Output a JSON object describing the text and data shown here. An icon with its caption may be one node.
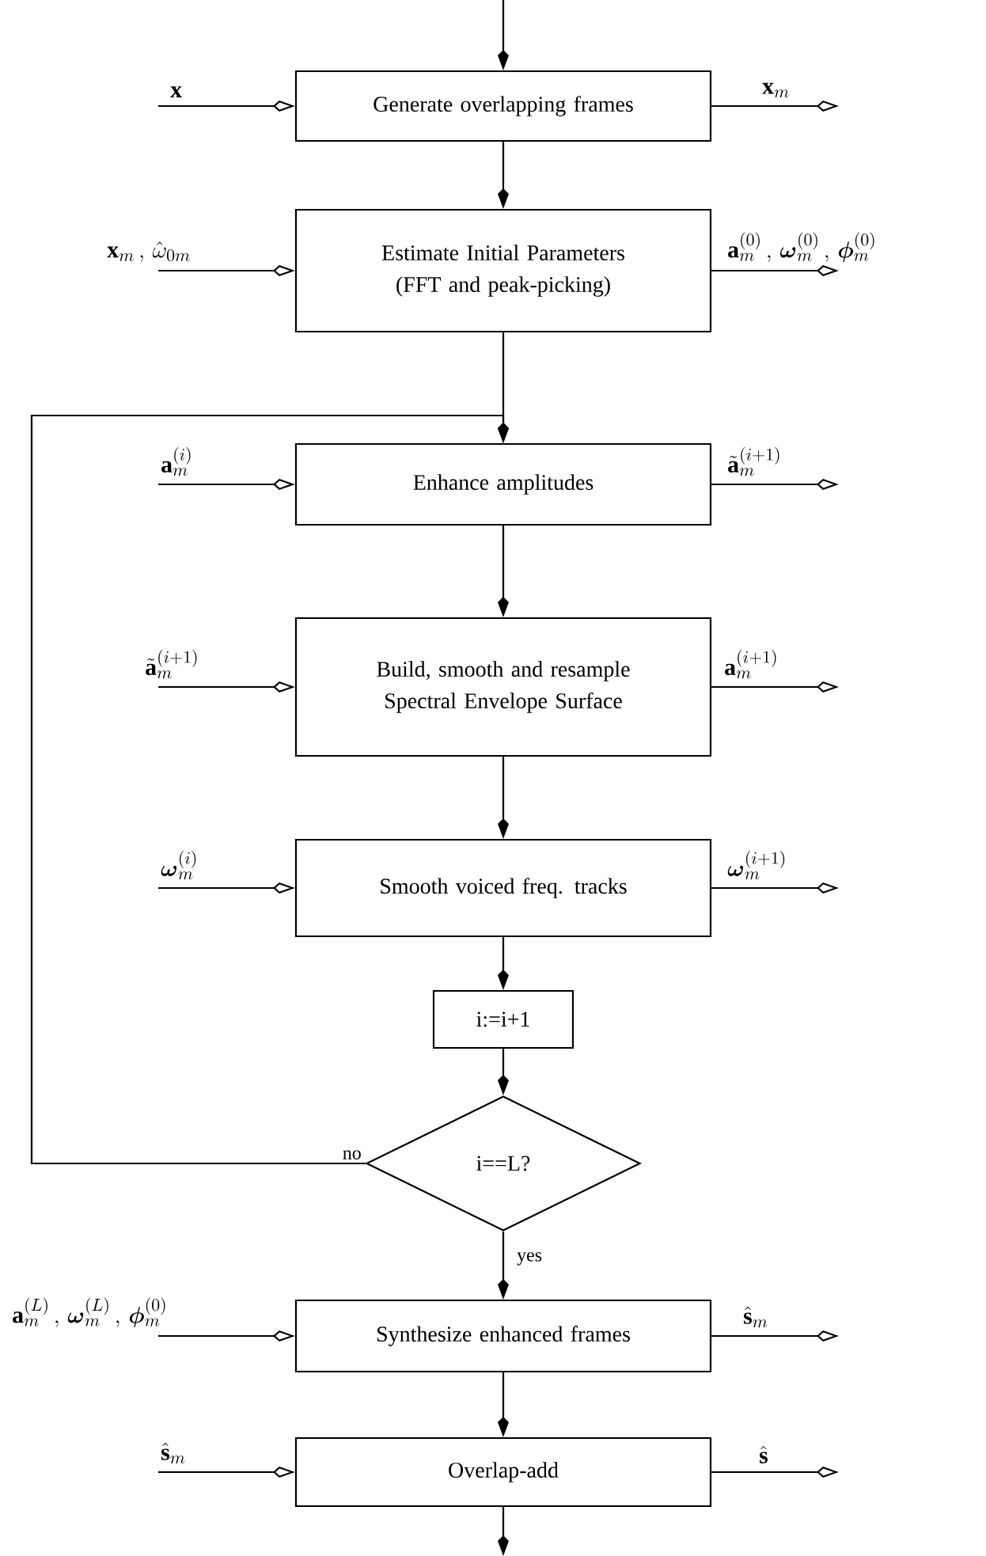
{
  "diagram": {
    "nodes": [
      {
        "text": [
          "Generate overlapping frames"
        ]
      },
      {
        "text": [
          "Estimate Initial Parameters (FFT and peak-picking)"
        ]
      },
      {
        "text": [
          "Enhance amplitudes"
        ]
      },
      {
        "text": [
          "Build, smooth and resample Spectral Envelope Surface"
        ]
      },
      {
        "text": [
          "Smooth voiced freq. tracks"
        ]
      },
      {
        "text": [
          "i:=i+1"
        ]
      },
      {
        "text": [
          "i==L?"
        ]
      },
      {
        "text": [
          "Synthesize enhanced frames"
        ]
      },
      {
        "text": [
          "Overlap-add"
        ]
      }
    ],
    "edges": [
      {
        "from": null,
        "to": 0,
        "arrow": "to"
      },
      {
        "from": null,
        "to": 0,
        "arrow": "to",
        "label": "\\mathbf{x}"
      },
      {
        "from": 0,
        "to": null,
        "arrow": "to",
        "label": "\\mathbf{x}_m"
      },
      {
        "from": 0,
        "to": 1,
        "arrow": "to"
      },
      {
        "from": null,
        "to": 1,
        "arrow": "to",
        "label": "\\mathbf{x}_m\\,,\\,\\hat{\\omega}_{0m}"
      },
      {
        "from": 1,
        "to": null,
        "arrow": "to",
        "label": "\\mathbf{a}_m^{(0)}\\,,\\,\\boldsymbol{\\omega}_m^{(0)}\\,,\\,\\boldsymbol{\\phi}_m^{(0)}"
      },
      {
        "from": 1,
        "to": 2,
        "arrow": "to"
      },
      {
        "from": null,
        "to": 2,
        "arrow": "to",
        "label": "\\mathbf{a}_m^{(i)}"
      },
      {
        "from": 2,
        "to": null,
        "arrow": "to",
        "label": "\\tilde{\\mathbf{a}}_m^{(i+1)}"
      },
      {
        "from": 2,
        "to": 3,
        "arrow": "to"
      },
      {
        "from": null,
        "to": 3,
        "arrow": "to",
        "label": "\\tilde{\\mathbf{a}}_m^{(i+1)}"
      },
      {
        "from": 3,
        "to": null,
        "arrow": "to",
        "label": "\\mathbf{a}_m^{(i+1)}"
      },
      {
        "from": 3,
        "to": 4,
        "arrow": "to"
      },
      {
        "from": null,
        "to": 4,
        "arrow": "to",
        "label": "\\boldsymbol{\\omega}_m^{(i)}"
      },
      {
        "from": 4,
        "to": null,
        "arrow": "to",
        "label": "\\boldsymbol{\\omega}_m^{(i+1)}"
      },
      {
        "from": 4,
        "to": 5,
        "arrow": "to"
      },
      {
        "from": 5,
        "to": 6,
        "arrow": "to"
      },
      {
        "from": 6,
        "to": 7,
        "arrow": "to",
        "label": "yes"
      },
      {
        "from": 6,
        "to": 2,
        "arrow": "to",
        "label": "no"
      },
      {
        "from": null,
        "to": 7,
        "arrow": "to",
        "label": "\\mathbf{a}_m^{(L)}\\,,\\,\\boldsymbol{\\omega}_m^{(L)}\\,,\\,\\boldsymbol{\\phi}_m^{(0)}"
      },
      {
        "from": 7,
        "to": null,
        "arrow": "to",
        "label": "\\hat{\\mathbf{s}}_m"
      },
      {
        "from": 7,
        "to": 8,
        "arrow": "to"
      },
      {
        "from": null,
        "to": 8,
        "arrow": "to",
        "label": "\\hat{\\mathbf{s}}_m"
      },
      {
        "from": 8,
        "to": null,
        "arrow": "to",
        "label": "\\hat{\\mathbf{s}}"
      },
      {
        "from": 8,
        "to": null,
        "arrow": "to"
      }
    ]
  }
}
